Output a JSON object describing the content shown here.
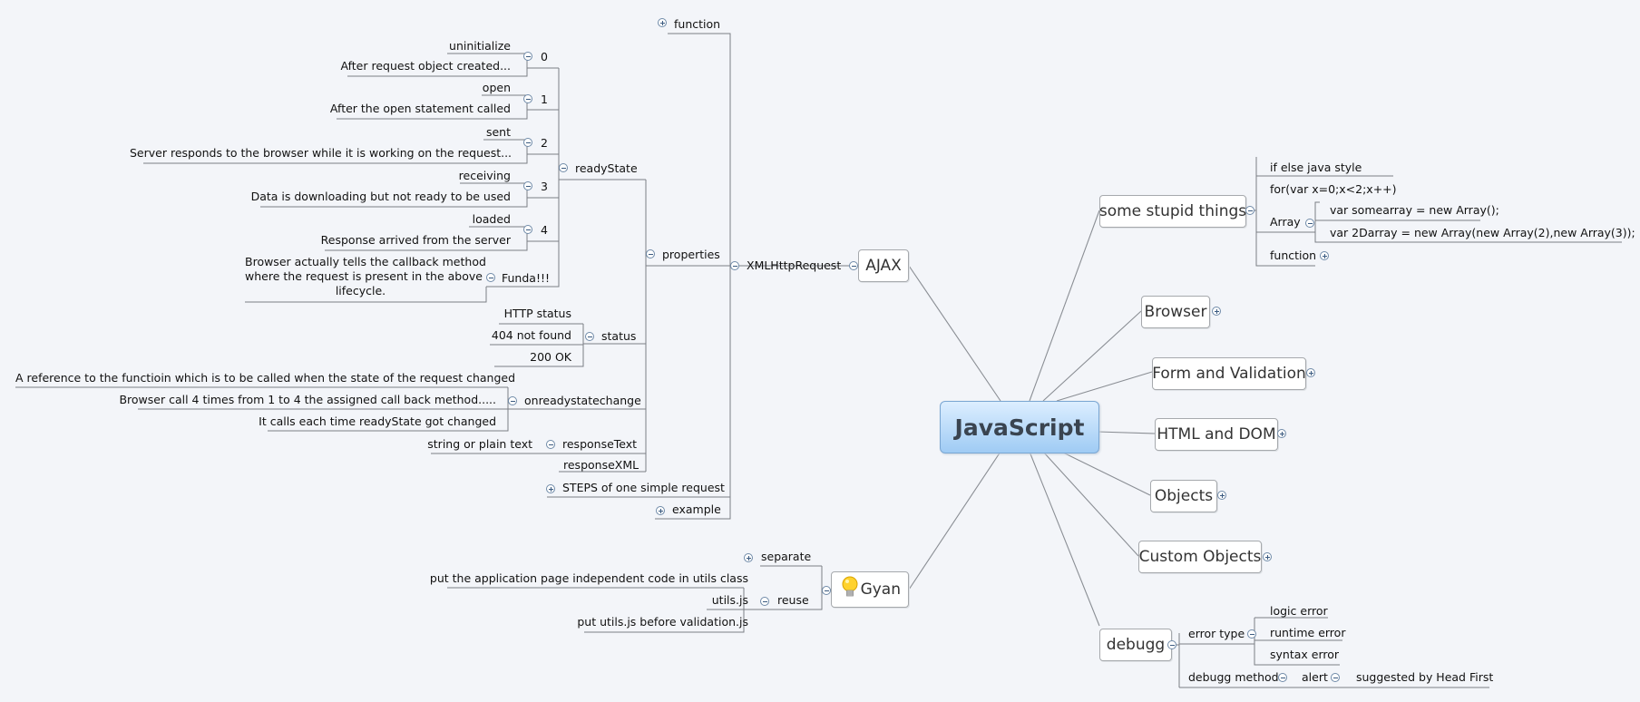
{
  "central": "JavaScript",
  "branches": {
    "ajax": "AJAX",
    "gyan": "Gyan",
    "some_stupid_things": "some stupid things",
    "browser": "Browser",
    "form_validation": "Form and Validation",
    "html_dom": "HTML and DOM",
    "objects": "Objects",
    "custom_objects": "Custom Objects",
    "debugg": "debugg"
  },
  "ajax": {
    "xhr": "XMLHttpRequest",
    "function": "function",
    "properties": "properties",
    "steps": "STEPS of one simple request",
    "example": "example",
    "ready_state": {
      "label": "readyState",
      "states": [
        {
          "num": "0",
          "name": "uninitialize",
          "desc": "After request object created..."
        },
        {
          "num": "1",
          "name": "open",
          "desc": "After the open statement called"
        },
        {
          "num": "2",
          "name": "sent",
          "desc": "Server responds to the browser while it is working on the request..."
        },
        {
          "num": "3",
          "name": "receiving",
          "desc": "Data is downloading but not ready to be used"
        },
        {
          "num": "4",
          "name": "loaded",
          "desc": "Response arrived from the server"
        }
      ],
      "funda": "Funda!!!",
      "funda_note": [
        "Browser actually tells the callback method",
        "where the request is present in the above",
        "lifecycle."
      ]
    },
    "status": {
      "label": "status",
      "items": [
        "HTTP status",
        "404 not found",
        "200 OK"
      ]
    },
    "onreadystatechange": {
      "label": "onreadystatechange",
      "items": [
        "A reference to the functioin which is to  be called when the state of the request changed",
        "Browser call 4 times from 1 to 4 the assigned call back method.....",
        "It calls each time readyState got changed"
      ]
    },
    "response_text": {
      "label": "responseText",
      "value": "string or plain text"
    },
    "response_xml": "responseXML"
  },
  "gyan": {
    "separate": "separate",
    "reuse": "reuse",
    "reuse_note": "put the application page independent code in utils class",
    "utils": "utils.js",
    "utils_note": "put utils.js before validation.js"
  },
  "stupid": {
    "if_else": "if else java style",
    "for_loop": "for(var x=0;x<2;x++)",
    "array": "Array",
    "array_items": [
      "var somearray = new Array();",
      "var 2Darray = new Array(new Array(2),new Array(3));"
    ],
    "function": "function"
  },
  "debugg": {
    "error_type": "error type",
    "errors": [
      "logic error",
      "runtime error",
      "syntax error"
    ],
    "debugg_method": "debugg method",
    "alert": "alert",
    "alert_note": "suggested  by Head First"
  },
  "colors": {
    "background": "#f3f5f9",
    "central_top": "#dceeff",
    "central_bottom": "#9fcbf4",
    "connector": "#7b7f85"
  }
}
